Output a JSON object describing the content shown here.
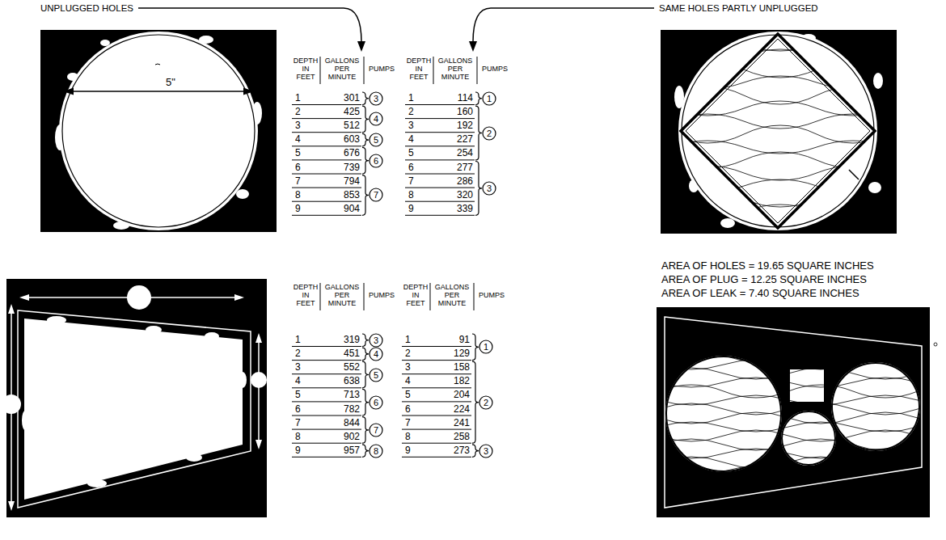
{
  "diagram": {
    "nodes": [
      {
        "text": [
          "3"
        ]
      },
      {
        "text": [
          "4"
        ]
      },
      {
        "text": [
          "5"
        ]
      },
      {
        "text": [
          "6"
        ]
      },
      {
        "text": [
          "7"
        ]
      },
      {
        "text": [
          "1"
        ]
      },
      {
        "text": [
          "2"
        ]
      },
      {
        "text": [
          "3"
        ]
      },
      {
        "text": [
          "3"
        ]
      },
      {
        "text": [
          "4"
        ]
      },
      {
        "text": [
          "5"
        ]
      },
      {
        "text": [
          "6"
        ]
      },
      {
        "text": [
          "7"
        ]
      },
      {
        "text": [
          "8"
        ]
      },
      {
        "text": [
          "1"
        ]
      },
      {
        "text": [
          "2"
        ]
      },
      {
        "text": [
          "3"
        ]
      }
    ],
    "labels": [
      "UNPLUGGED HOLES",
      "SAME HOLES PARTLY UNPLUGGED",
      "5\"",
      "DEPTH IN FEET",
      "GALLONS PER MINUTE",
      "PUMPS",
      "1",
      "301",
      "2",
      "425",
      "3",
      "512",
      "4",
      "603",
      "5",
      "676",
      "6",
      "739",
      "7",
      "794",
      "8",
      "853",
      "9",
      "904",
      "DEPTH IN FEET",
      "GALLONS PER MINUTE",
      "PUMPS",
      "1",
      "114",
      "2",
      "160",
      "3",
      "192",
      "4",
      "227",
      "5",
      "254",
      "6",
      "277",
      "7",
      "286",
      "8",
      "320",
      "9",
      "339",
      "DEPTH IN FEET",
      "GALLONS PER MINUTE",
      "PUMPS",
      "1",
      "319",
      "2",
      "451",
      "3",
      "552",
      "4",
      "638",
      "5",
      "713",
      "6",
      "782",
      "7",
      "844",
      "8",
      "902",
      "9",
      "957",
      "DEPTH IN FEET",
      "GALLONS PER MINUTE",
      "PUMPS",
      "1",
      "91",
      "2",
      "129",
      "3",
      "158",
      "4",
      "182",
      "5",
      "204",
      "6",
      "224",
      "7",
      "241",
      "8",
      "258",
      "9",
      "273",
      "AREA OF HOLES = 19.65 SQUARE INCHES",
      "AREA OF PLUG = 12.25 SQUARE INCHES",
      "AREA OF LEAK = 7.40 SQUARE INCHES"
    ]
  }
}
